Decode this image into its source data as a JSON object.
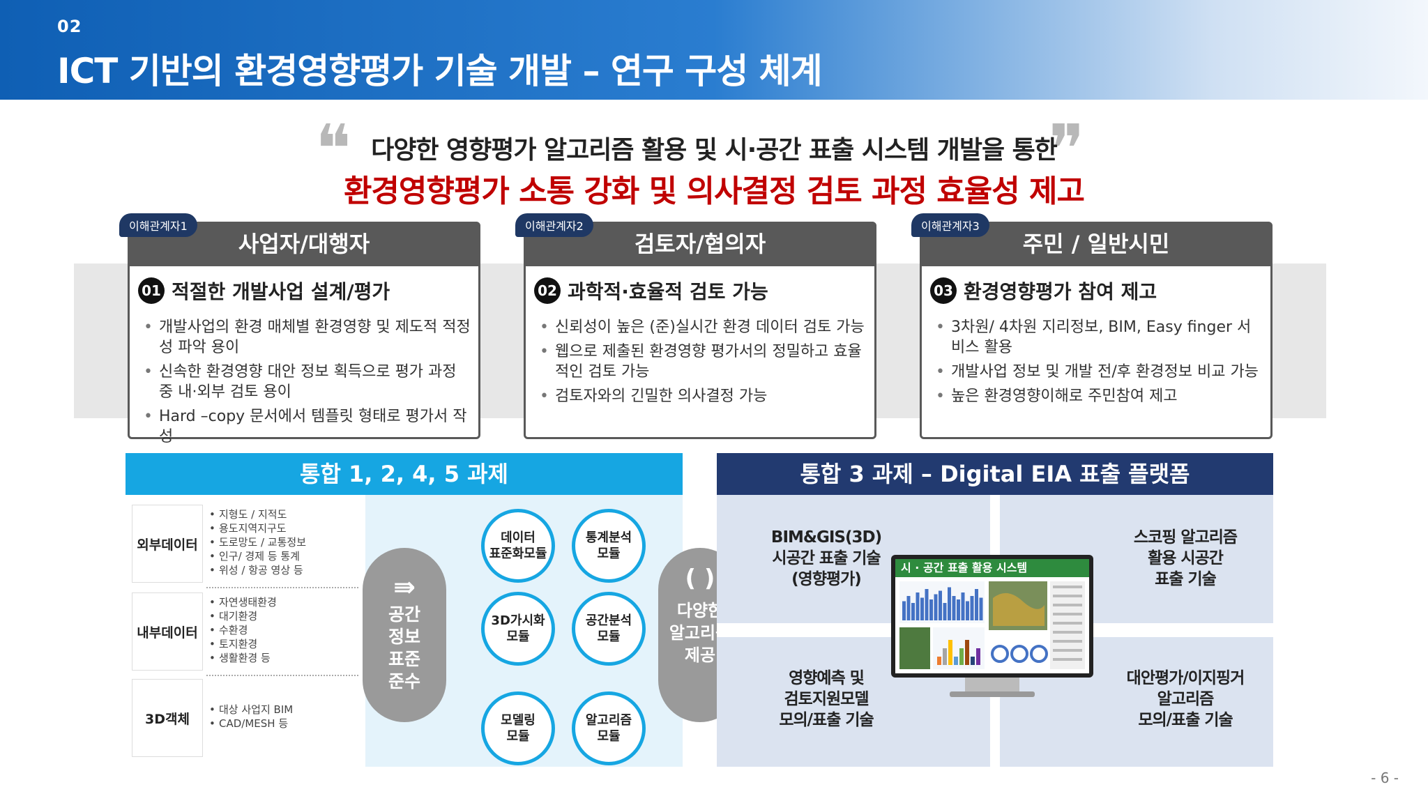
{
  "header": {
    "number": "02",
    "title": "ICT 기반의 환경영향평가 기술 개발 – 연구 구성 체계"
  },
  "headline": {
    "open_quote": "❝",
    "close_quote": "❞",
    "line1": "다양한 영향평가 알고리즘 활용 및 시·공간 표출 시스템 개발을 통한",
    "line2": "환경영향평가 소통 강화 및 의사결정 검토 과정 효율성 제고",
    "line2_color": "#c00000"
  },
  "stakeholders": [
    {
      "tag": "이해관계자1",
      "title": "사업자/대행자",
      "num": "01",
      "subtitle": "적절한 개발사업 설계/평가",
      "bullets": [
        "개발사업의 환경 매체별 환경영향 및 제도적 적정성 파악 용이",
        "신속한 환경영향 대안 정보 획득으로 평가 과정 중 내·외부 검토 용이",
        "Hard –copy 문서에서 템플릿 형태로 평가서 작성"
      ]
    },
    {
      "tag": "이해관계자2",
      "title": "검토자/협의자",
      "num": "02",
      "subtitle": "과학적·효율적 검토 가능",
      "bullets": [
        "신뢰성이 높은 (준)실시간 환경 데이터 검토 가능",
        "웹으로 제출된 환경영향 평가서의 정밀하고 효율적인 검토 가능",
        "검토자와의 긴밀한 의사결정 가능"
      ]
    },
    {
      "tag": "이해관계자3",
      "title": "주민 / 일반시민",
      "num": "03",
      "subtitle": "환경영향평가 참여 제고",
      "bullets": [
        "3차원/ 4차원 지리정보, BIM, Easy finger 서비스 활용",
        "개발사업 정보 및 개발 전/후 환경정보 비교 가능",
        "높은 환경영향이해로 주민참여 제고"
      ]
    }
  ],
  "left_panel": {
    "title": "통합 1, 2, 4, 5 과제",
    "data_groups": [
      {
        "label": "외부데이터",
        "items": [
          "지형도 / 지적도",
          "용도지역지구도",
          "도로망도 / 교통정보",
          "인구/ 경제 등 통계",
          "위성 / 항공 영상 등"
        ]
      },
      {
        "label": "내부데이터",
        "items": [
          "자연생태환경",
          "대기환경",
          "수환경",
          "토지환경",
          "생활환경 등"
        ]
      },
      {
        "label": "3D객체",
        "items": [
          "대상 사업지 BIM",
          "CAD/MESH  등"
        ]
      }
    ],
    "arrow_icon": "⇛",
    "standard_pill": "공간\n정보\n표준\n준수",
    "modules": [
      "데이터\n표준화모듈",
      "통계분석\n모듈",
      "3D가시화\n모듈",
      "공간분석\n모듈",
      "모델링\n모듈",
      "알고리즘\n모듈"
    ],
    "cycle_icon": "( )",
    "algo_pill": "다양한\n알고리즘\n제공"
  },
  "right_panel": {
    "title": "통합 3 과제 – Digital EIA 표출 플랫폼",
    "items": [
      "BIM&GIS(3D)\n시공간 표출 기술\n(영향평가)",
      "스코핑 알고리즘\n활용 시공간\n표출 기술",
      "영향예측 및\n검토지원모델\n모의/표출 기술",
      "대안평가/이지핑거\n알고리즘\n모의/표출 기술"
    ],
    "monitor_title": "시 · 공간 표출 활용 시스템",
    "bars": [
      0.55,
      0.7,
      0.5,
      0.8,
      0.65,
      0.9,
      0.6,
      0.75,
      0.85,
      0.5,
      0.95,
      0.7,
      0.6,
      0.8,
      0.55,
      0.7,
      0.9,
      0.65
    ]
  },
  "page_number": "- 6 -"
}
